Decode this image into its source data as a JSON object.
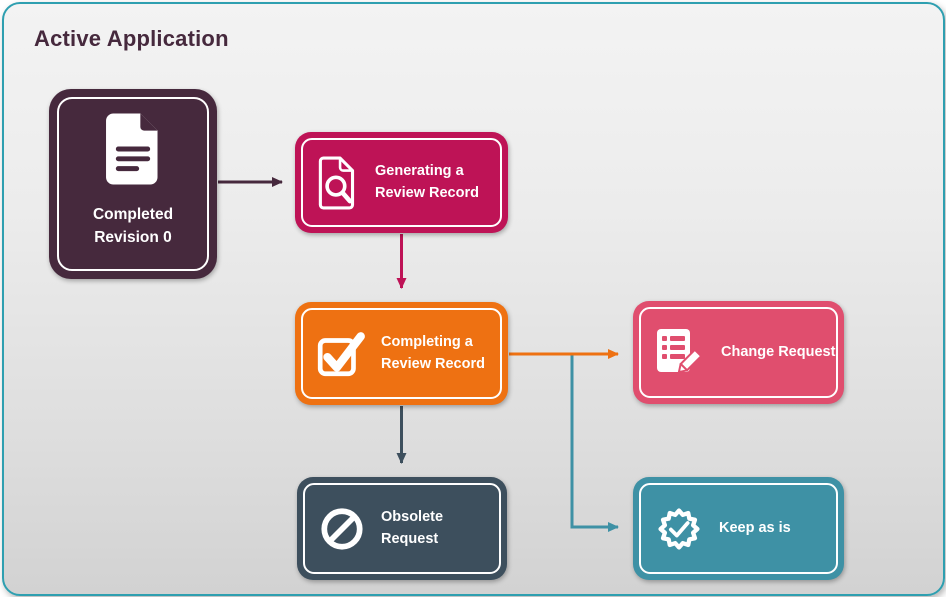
{
  "title": "Active Application",
  "colors": {
    "frame_border": "#2E9FB0",
    "canvas_top": "#F3F3F3",
    "canvas_bottom": "#D2D2D2",
    "title_text": "#46293D",
    "completed_node": "#46293D",
    "generating_node": "#BE1356",
    "completing_node": "#EE7112",
    "change_request_node": "#E04E6E",
    "obsolete_request_node": "#3D4F5D",
    "keep_as_is_node": "#3E91A5"
  },
  "nodes": {
    "completed": {
      "line1": "Completed",
      "line2": "Revision 0",
      "icon": "document-icon"
    },
    "generating": {
      "line1": "Generating a",
      "line2": "Review Record",
      "icon": "document-search-icon"
    },
    "completing": {
      "line1": "Completing a",
      "line2": "Review Record",
      "icon": "checkbox-check-icon"
    },
    "change": {
      "line1": "Change Request",
      "icon": "list-edit-icon"
    },
    "obsolete": {
      "line1": "Obsolete",
      "line2": "Request",
      "icon": "no-entry-icon"
    },
    "keep": {
      "line1": "Keep as is",
      "icon": "badge-check-icon"
    }
  },
  "edges": [
    {
      "from": "completed-revision-0",
      "to": "generating-a-review-record",
      "color": "#46293D"
    },
    {
      "from": "generating-a-review-record",
      "to": "completing-a-review-record",
      "color": "#BE1356"
    },
    {
      "from": "completing-a-review-record",
      "to": "change-request",
      "color": "#EE7112"
    },
    {
      "from": "completing-a-review-record",
      "to": "obsolete-request",
      "color": "#3D4F5D"
    },
    {
      "from": "completing-a-review-record",
      "to": "keep-as-is",
      "color": "#3E91A5"
    }
  ]
}
